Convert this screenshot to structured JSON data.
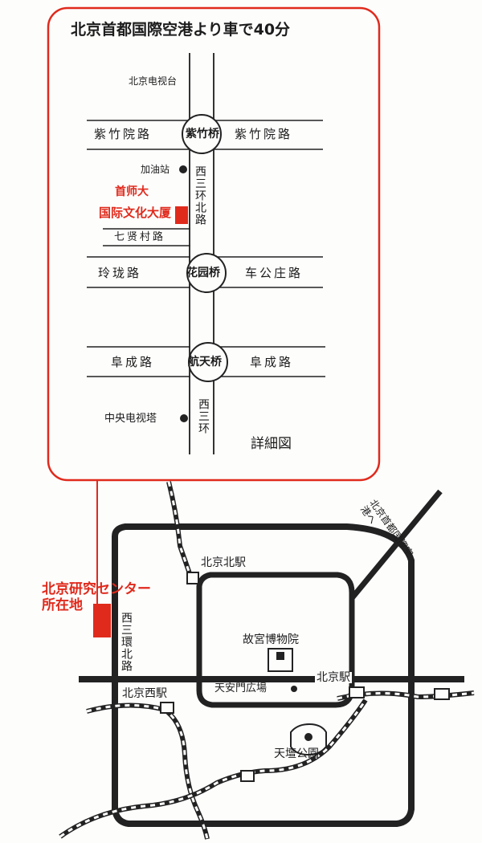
{
  "detail_panel": {
    "title": "北京首都国際空港より車で40分",
    "caption": "詳細図",
    "landmarks": {
      "tv_station": "北京电视台",
      "gas_station": "加油站",
      "cctv_tower": "中央电视塔",
      "building_line1": "首师大",
      "building_line2": "国际文化大厦"
    },
    "roads": {
      "zizhuyuan_left": "紫竹院路",
      "zizhuyuan_right": "紫竹院路",
      "qixiancun": "七贤村路",
      "linglong": "玲珑路",
      "chegongzhuang": "车公庄路",
      "fucheng_left": "阜成路",
      "fucheng_right": "阜成路",
      "west_third_ring_north": "西三环北路",
      "west_third_ring": "西三环"
    },
    "bridges": {
      "zizhu": "紫竹桥",
      "huayuan": "花园桥",
      "hangtian": "航天桥"
    }
  },
  "overview_map": {
    "center_label_line1": "北京研究センター",
    "center_label_line2": "所在地",
    "airport_road": "北京首都国際空港へ",
    "west_ring": "西三環北路",
    "stations": {
      "north": "北京北駅",
      "west": "北京西駅",
      "main": "北京駅"
    },
    "landmarks": {
      "palace_museum": "故宮博物院",
      "tiananmen": "天安門広場",
      "temple_of_heaven": "天壇公園"
    }
  },
  "colors": {
    "accent_red": "#e02a1c",
    "road_dark": "#222222",
    "background": "#fdfdfc"
  }
}
